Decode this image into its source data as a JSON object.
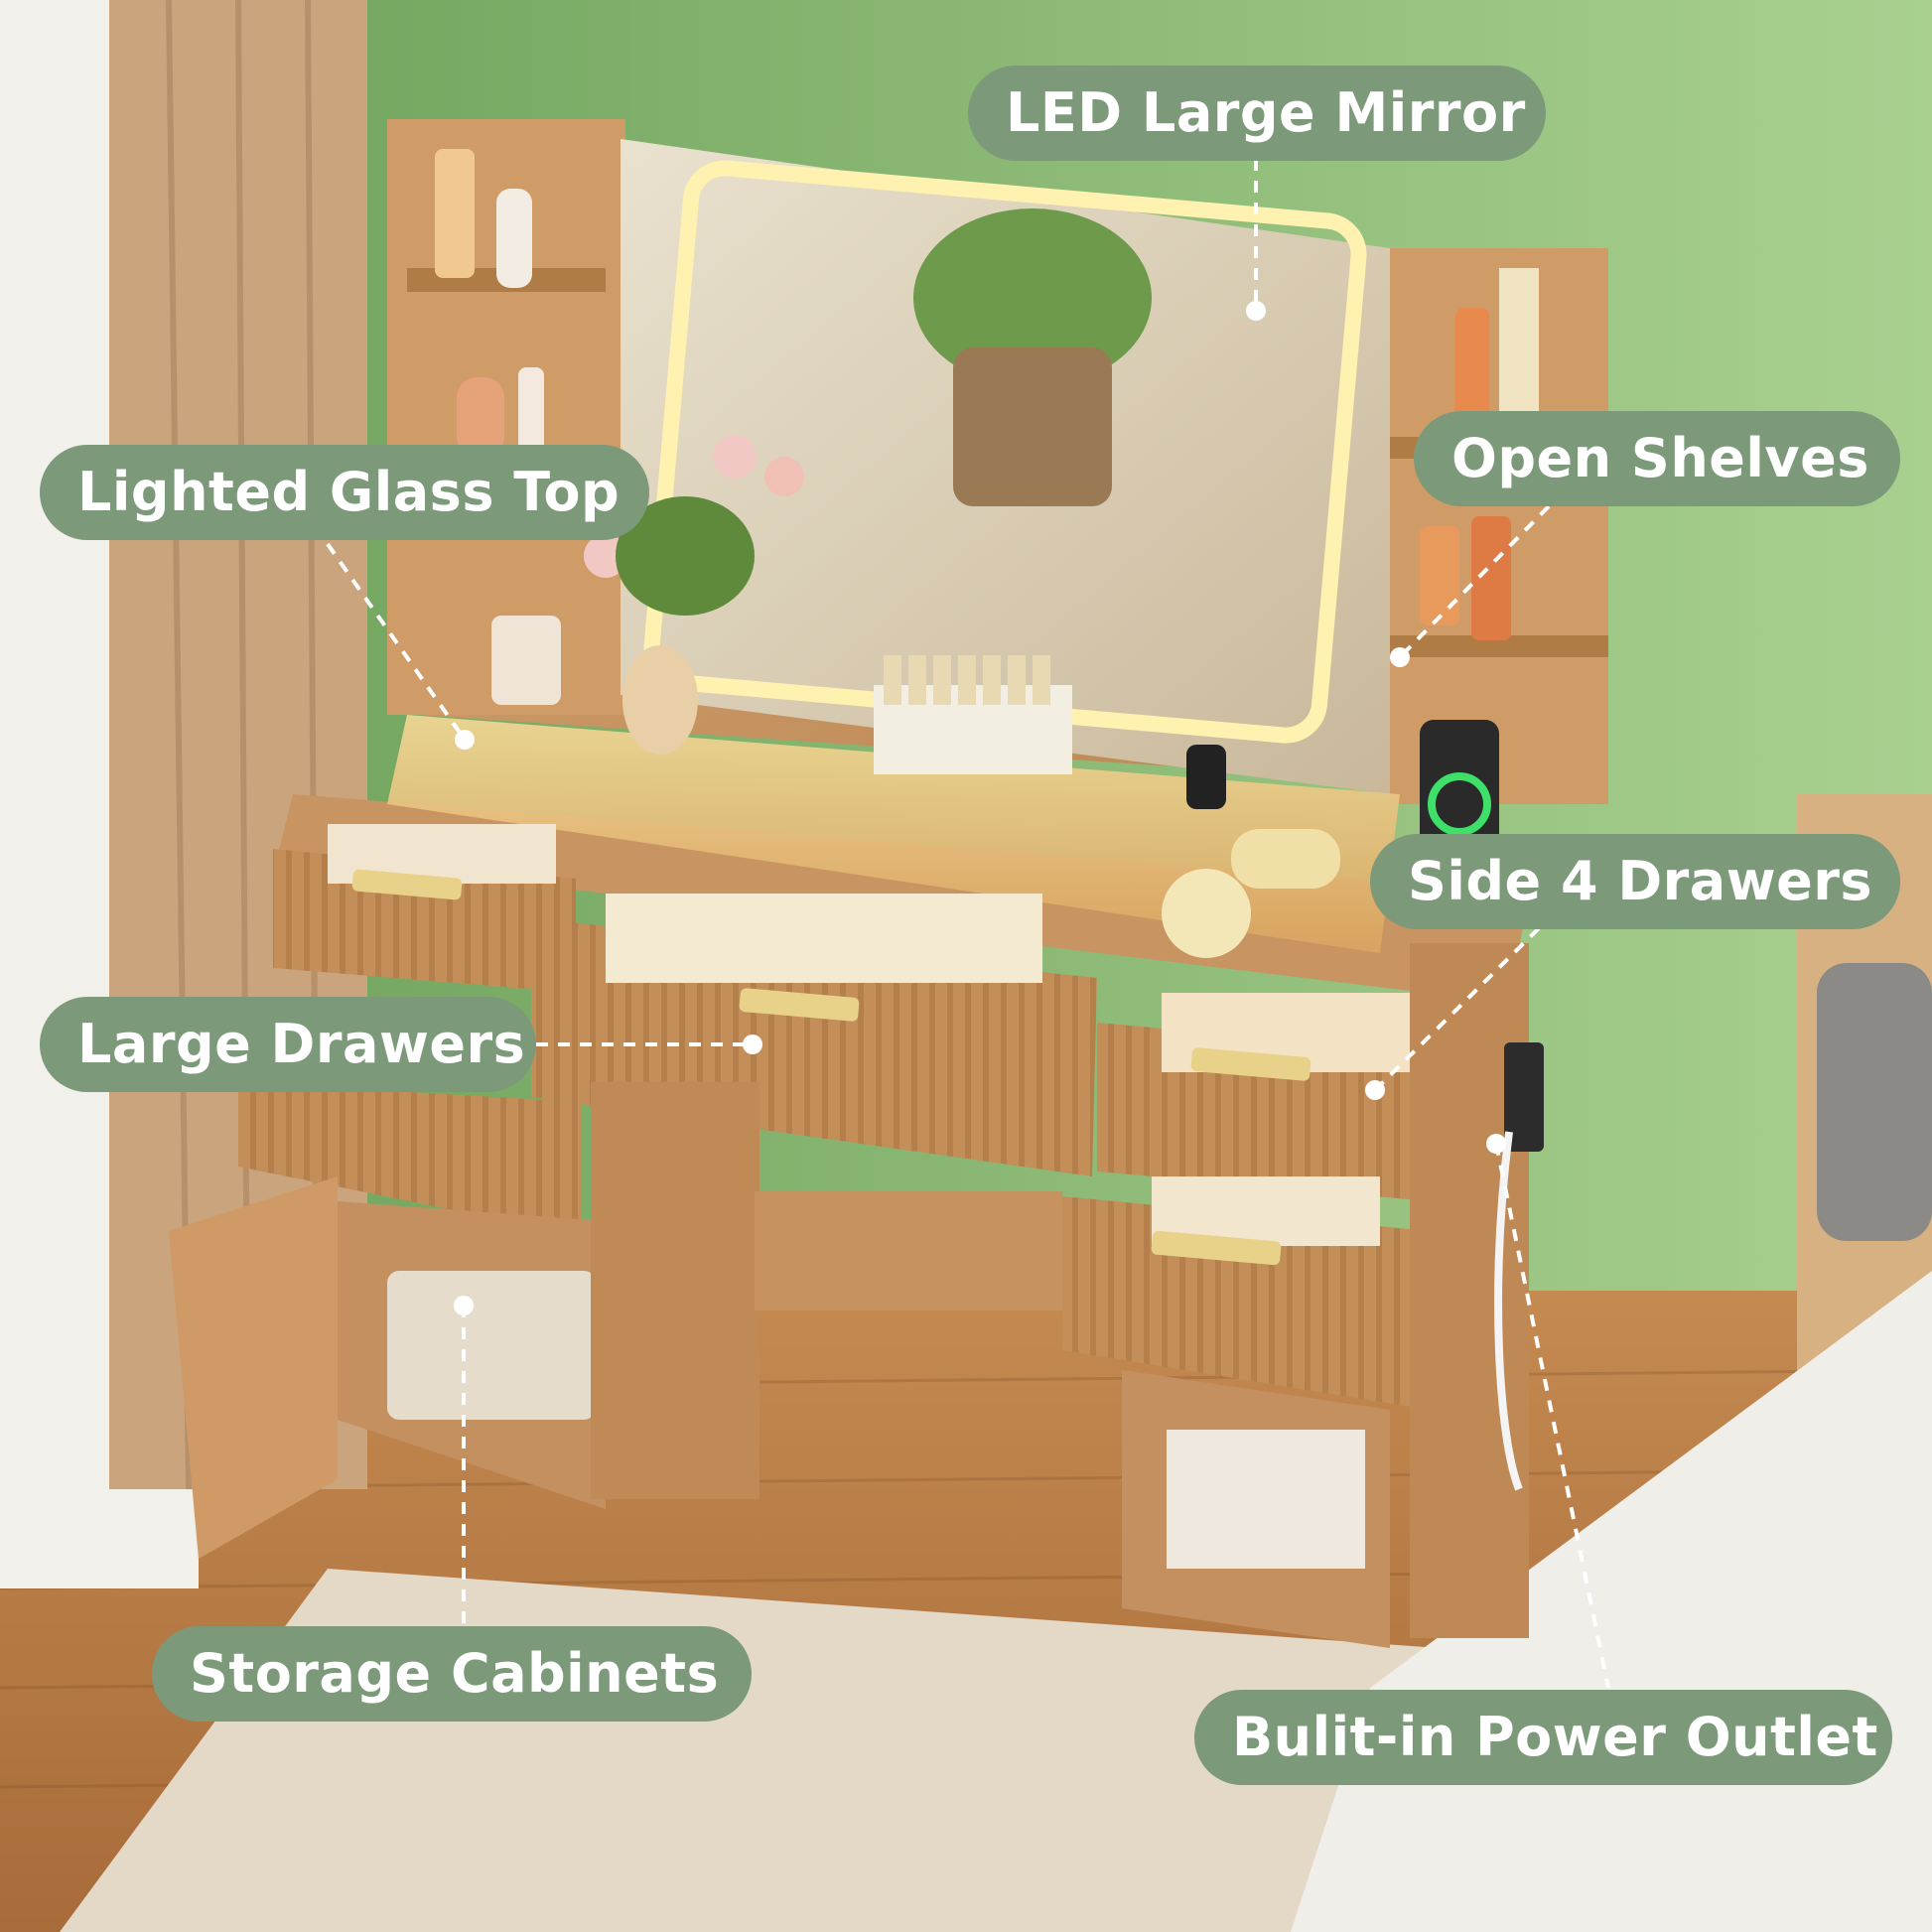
{
  "callouts": {
    "led_mirror": "LED Large Mirror",
    "lighted_glass_top": "Lighted Glass Top",
    "open_shelves": "Open Shelves",
    "side_drawers": "Side 4 Drawers",
    "large_drawers": "Large Drawers",
    "storage_cabinets": "Storage Cabinets",
    "power_outlet": "Bulit-in Power Outlet"
  },
  "colors": {
    "callout_bg": "#7c9a7a",
    "callout_text": "#ffffff",
    "wall": "#8fbf7a",
    "wood": "#c9955f",
    "floor": "#b87a45",
    "led_glow": "#fff2b0"
  }
}
